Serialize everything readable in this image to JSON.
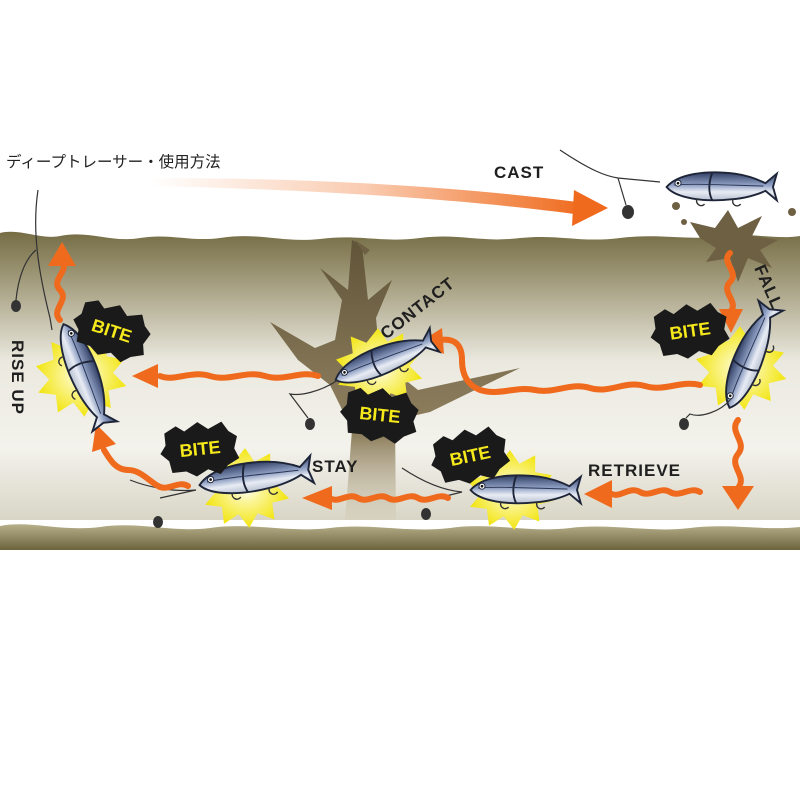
{
  "title": "ディープトレーサー・使用方法",
  "labels": {
    "cast": "CAST",
    "fall": "FALL",
    "contact": "CONTACT",
    "retrieve": "RETRIEVE",
    "stay": "STAY",
    "rise_up": "RISE UP"
  },
  "bite_label": "BITE",
  "colors": {
    "water_surface": "#7a7047",
    "water_mid": "#e9e7dc",
    "bottom": "#6f6840",
    "arrow": "#ef6a1c",
    "tree": "#6e6043",
    "tree_light": "#9b8a63",
    "burst": "#f7ee2a",
    "bite_badge": "#1a1a1a",
    "bite_text": "#f5e81b",
    "lure_body": "#5e6f95"
  },
  "icons": [
    "lure-icon",
    "sinker-icon",
    "bite-burst-icon",
    "splash-icon",
    "tree-icon"
  ]
}
